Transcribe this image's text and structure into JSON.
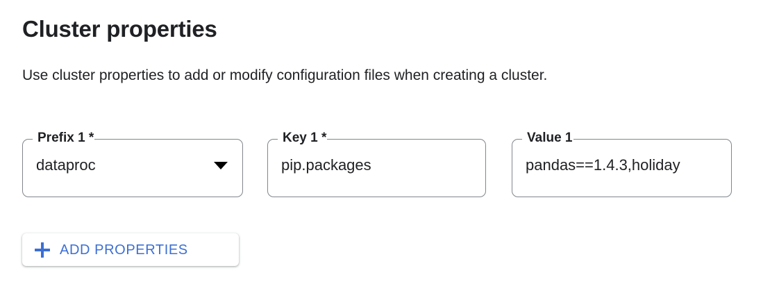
{
  "section": {
    "title": "Cluster properties",
    "description": "Use cluster properties to add or modify configuration files when creating a cluster."
  },
  "fields": [
    {
      "name": "prefix",
      "label": "Prefix 1 *",
      "value": "dataproc",
      "type": "select",
      "required": true,
      "icon": "chevron-down-icon"
    },
    {
      "name": "key",
      "label": "Key 1 *",
      "value": "pip.packages",
      "type": "text",
      "required": true
    },
    {
      "name": "value",
      "label": "Value 1",
      "value": "pandas==1.4.3,holiday",
      "type": "text",
      "required": false
    }
  ],
  "actions": {
    "add_properties_label": "ADD PROPERTIES",
    "add_properties_icon": "plus-icon"
  },
  "colors": {
    "accent_blue": "#3c6fd4",
    "text_primary": "#202124",
    "field_border": "#80868b",
    "background": "#ffffff"
  }
}
